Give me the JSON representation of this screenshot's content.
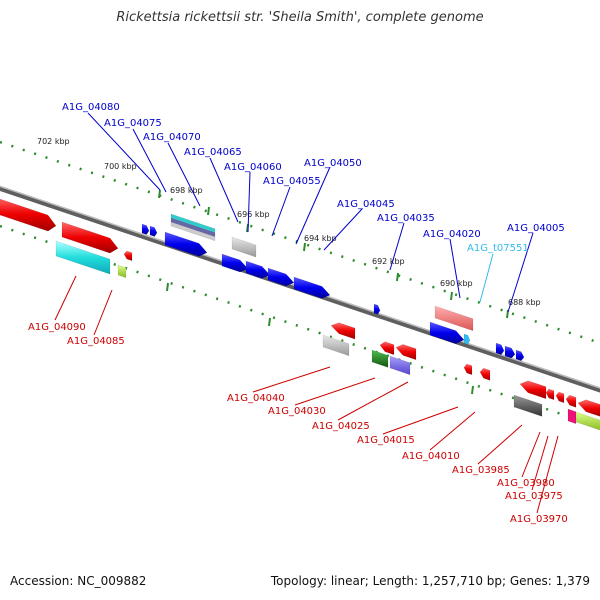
{
  "title": "Rickettsia rickettsii str. 'Sheila Smith', complete genome",
  "footer": {
    "accession": "Accession: NC_009882",
    "info": "Topology: linear; Length: 1,257,710 bp; Genes: 1,379"
  },
  "colors": {
    "forward_label": "#0000cc",
    "reverse_label": "#cc0000",
    "trna_label": "#33bbee",
    "backbone": "#888888",
    "tick": "#339933"
  },
  "scale_labels": [
    "702 kbp",
    "700 kbp",
    "698 kbp",
    "696 kbp",
    "694 kbp",
    "692 kbp",
    "690 kbp",
    "688 kbp"
  ],
  "forward_genes": [
    "A1G_04080",
    "A1G_04075",
    "A1G_04070",
    "A1G_04065",
    "A1G_04060",
    "A1G_04055",
    "A1G_04050",
    "A1G_04045",
    "A1G_04035",
    "A1G_04020",
    "A1G_04005"
  ],
  "trna_genes": [
    "A1G_t07551"
  ],
  "reverse_genes": [
    "A1G_04090",
    "A1G_04085",
    "A1G_04040",
    "A1G_04030",
    "A1G_04025",
    "A1G_04015",
    "A1G_04010",
    "A1G_03985",
    "A1G_03980",
    "A1G_03975",
    "A1G_03970"
  ]
}
